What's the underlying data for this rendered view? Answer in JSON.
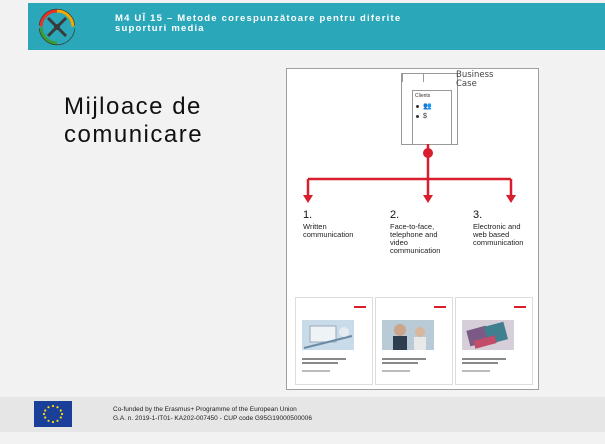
{
  "header": {
    "title_line1": "M4 UÎ 15 – Metode corespunzătoare pentru diferite",
    "title_line2": "suporturi media",
    "accent_color": "#2aa7b9"
  },
  "slide": {
    "heading_line1": "Mijloace de",
    "heading_line2": "comunicare"
  },
  "figure": {
    "card_label": "Clients",
    "card_icon_people": "👥",
    "card_icon_value": "$",
    "business_case_line1": "Business",
    "business_case_line2": "Case",
    "connector_color": "#d81e2c",
    "columns": [
      {
        "number": "1.",
        "text_lines": [
          "Written",
          "communication"
        ],
        "icon": "notebook-photo"
      },
      {
        "number": "2.",
        "text_lines": [
          "Face-to-face,",
          "telephone and",
          "video",
          "communication"
        ],
        "icon": "meeting-photo"
      },
      {
        "number": "3.",
        "text_lines": [
          "Electronic and",
          "web based",
          "communication"
        ],
        "icon": "devices-photo"
      }
    ]
  },
  "footer": {
    "line1": "Co-funded by the Erasmus+ Programme of the European Union",
    "line2": "G.A. n. 2019-1-IT01- KA202-007450 - CUP code G95G19000500006",
    "flag_icon": "eu-flag-icon"
  }
}
